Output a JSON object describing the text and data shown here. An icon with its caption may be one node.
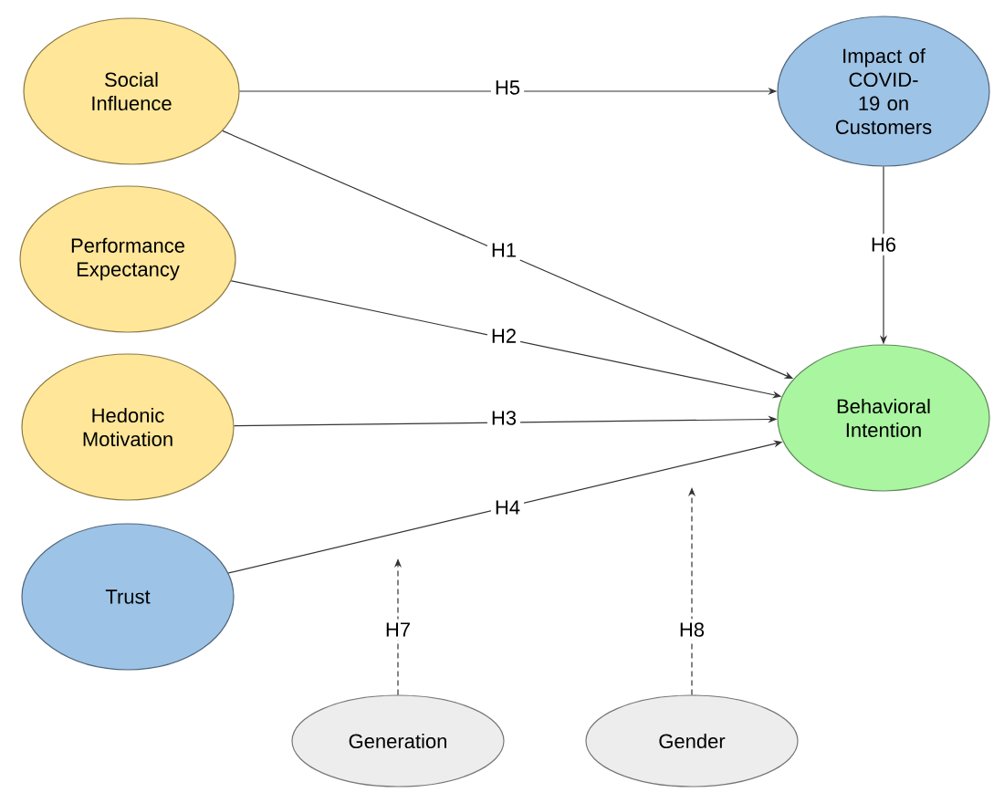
{
  "diagram": {
    "nodes": [
      {
        "text": [
          "Social Influence"
        ]
      },
      {
        "text": [
          "Performance Expectancy"
        ]
      },
      {
        "text": [
          "Hedonic Motivation"
        ]
      },
      {
        "text": [
          "Trust"
        ]
      },
      {
        "text": [
          "Impact of COVID-19 on Customers"
        ]
      },
      {
        "text": [
          "Behavioral Intention"
        ]
      },
      {
        "text": [
          "Generation"
        ]
      },
      {
        "text": [
          "Gender"
        ]
      }
    ],
    "edges": [
      {
        "from": 0,
        "to": 4,
        "arrow": "to",
        "label": "H5"
      },
      {
        "from": 0,
        "to": 5,
        "arrow": "to",
        "label": "H1"
      },
      {
        "from": 1,
        "to": 5,
        "arrow": "to",
        "label": "H2"
      },
      {
        "from": 2,
        "to": 5,
        "arrow": "to",
        "label": "H3"
      },
      {
        "from": 3,
        "to": 5,
        "arrow": "to",
        "label": "H4"
      },
      {
        "from": 4,
        "to": 5,
        "arrow": "to",
        "label": "H6"
      },
      {
        "from": 6,
        "to": null,
        "arrow": "to",
        "label": "H7",
        "style": "dashed"
      },
      {
        "from": 7,
        "to": null,
        "arrow": "to",
        "label": "H8",
        "style": "dashed"
      }
    ]
  }
}
